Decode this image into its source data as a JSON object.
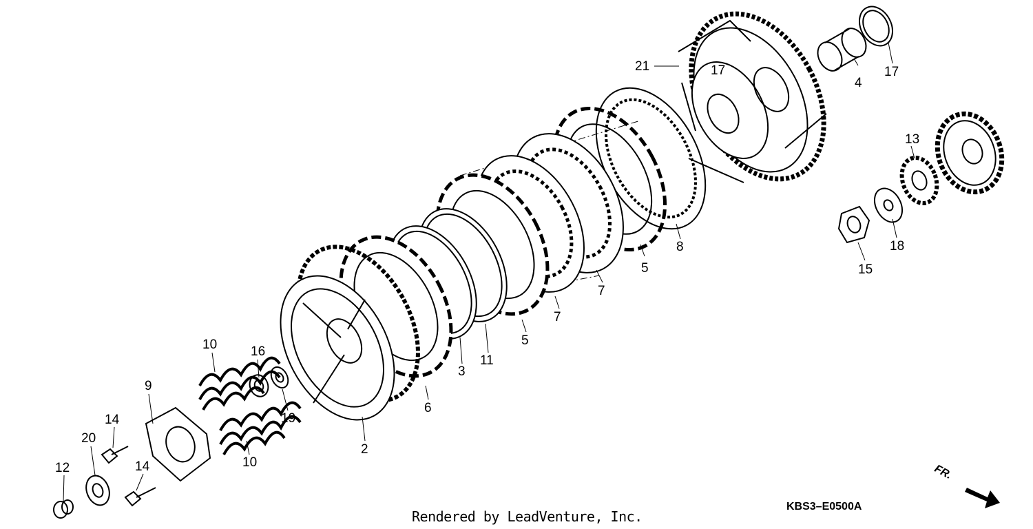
{
  "callouts": {
    "c21": "21",
    "c17a": "17",
    "c4": "4",
    "c17b": "17",
    "c13": "13",
    "c18": "18",
    "c15": "15",
    "c8": "8",
    "c5a": "5",
    "c7a": "7",
    "c7b": "7",
    "c5b": "5",
    "c11": "11",
    "c3": "3",
    "c6": "6",
    "c2": "2",
    "c19": "19",
    "c16": "16",
    "c10a": "10",
    "c10b": "10",
    "c9": "9",
    "c14a": "14",
    "c20": "20",
    "c14b": "14",
    "c12": "12"
  },
  "footer": {
    "credit": "Rendered by LeadVenture, Inc.",
    "diagram_code": "KBS3–E0500A",
    "direction_label": "FR."
  }
}
